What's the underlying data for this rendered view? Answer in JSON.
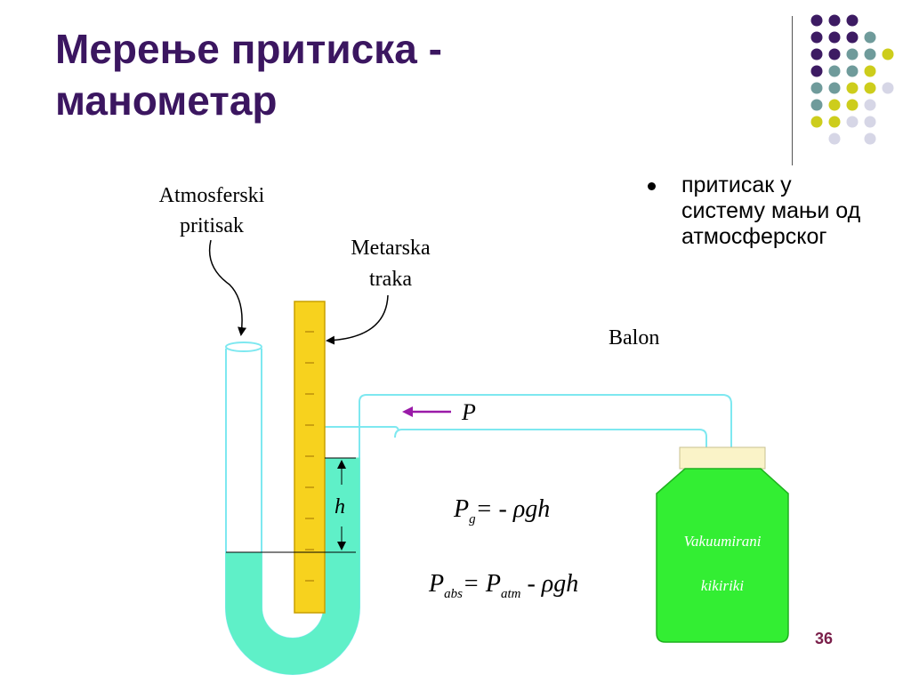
{
  "slide": {
    "title_line1": "Мерење притиска -",
    "title_line2": "манометар",
    "number": "36"
  },
  "bullets": [
    {
      "line1": "притисак у",
      "line2": "систему мањи од",
      "line3": "атмосферског"
    }
  ],
  "diagram": {
    "label_atm_line1": "Atmosferski",
    "label_atm_line2": "pritisak",
    "label_tape_line1": "Metarska",
    "label_tape_line2": "traka",
    "label_balon": "Balon",
    "label_p": "P",
    "label_h": "h",
    "eq1": {
      "lhs": "P",
      "lhs_sub": "g",
      "rhs": "= - ρgh"
    },
    "eq2": {
      "lhs": "P",
      "lhs_sub": "abs",
      "mid": "= P",
      "mid_sub": "atm",
      "rhs": " - ρgh"
    },
    "jar_line1": "Vakuumirani",
    "jar_line2": "kikiriki"
  },
  "colors": {
    "title": "#3b1660",
    "liquid": "#5ff0c8",
    "tube": "#7ee8f0",
    "tape": "#f7d21e",
    "jar": "#33ee33",
    "lid": "#faf3c8",
    "arrow_p": "#9a1aa8",
    "slide_number": "#7a1f4a",
    "dot_purple": "#3d1b63",
    "dot_teal": "#6f9b9b",
    "dot_yellow": "#cdcd1c",
    "dot_lavender": "#d6d6e6"
  }
}
